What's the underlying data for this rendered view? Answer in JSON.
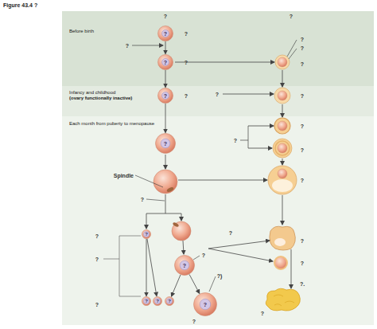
{
  "diagram": {
    "title": "Figure 43.4 ?",
    "nodes": [
      {
        "text": [
          "Before birth"
        ]
      },
      {
        "text": [
          "?"
        ],
        "in": 0
      },
      {
        "text": [
          "?"
        ],
        "in": 0
      },
      {
        "text": [
          "Infancy and childhood",
          "(ovary functionally inactive)"
        ]
      },
      {
        "text": [
          "?"
        ],
        "in": 3
      },
      {
        "text": [
          "Each month from puberty to menopause"
        ]
      },
      {
        "text": [
          "?"
        ],
        "in": 5
      },
      {
        "text": [
          "?"
        ],
        "in": 5
      },
      {
        "text": [
          "?"
        ],
        "in": 5
      },
      {
        "text": [
          "?"
        ],
        "in": 5
      },
      {
        "text": [
          "?"
        ],
        "in": 5
      },
      {
        "text": [
          "?"
        ],
        "in": 5
      },
      {
        "text": [
          "?"
        ],
        "in": 5
      }
    ],
    "edges": [
      {
        "from": 1,
        "to": 2,
        "arrow": "to"
      },
      {
        "from": 2,
        "to": 4,
        "arrow": "to"
      },
      {
        "from": 4,
        "to": 6,
        "arrow": "to"
      },
      {
        "from": 7,
        "to": 9,
        "arrow": "to"
      },
      {
        "from": 7,
        "to": 10,
        "arrow": "to"
      },
      {
        "from": 8,
        "to": 11,
        "arrow": "to"
      },
      {
        "from": 8,
        "to": 12,
        "arrow": "to"
      }
    ],
    "labels": [
      "?",
      "?",
      "?",
      "?",
      "?",
      "?",
      "?",
      "?",
      "?",
      "?",
      "?",
      "?",
      "?",
      "?",
      "Spindle",
      "?",
      "?",
      "?",
      "?",
      "?",
      "?",
      "?",
      "?",
      "?)",
      "?.",
      "?",
      "?",
      "?"
    ]
  }
}
